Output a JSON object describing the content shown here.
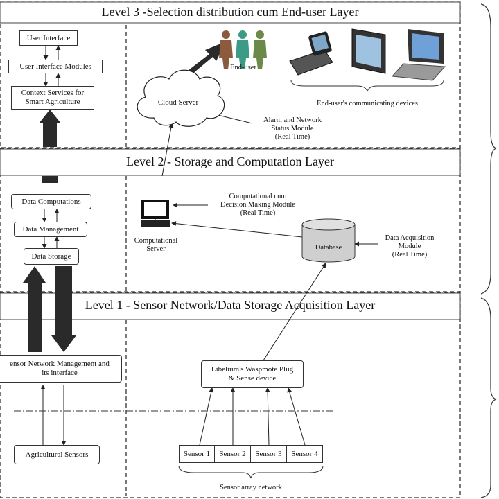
{
  "levels": {
    "level3": "Level 3 -Selection distribution cum End-user Layer",
    "level2": "Level 2 - Storage and Computation Layer",
    "level1": "Level 1 - Sensor Network/Data Storage Acquisition Layer"
  },
  "level3": {
    "user_interface": "User Interface",
    "ui_modules": "User Interface Modules",
    "context_line1": "Context Services for",
    "context_line2": "Smart Agriculture",
    "cloud_server": "Cloud Server",
    "end_user": "End-user",
    "devices": "End-user's communicating devices",
    "alarm_line1": "Alarm and Network",
    "alarm_line2": "Status Module",
    "alarm_line3": "(Real Time)"
  },
  "level2": {
    "data_computations": "Data Computations",
    "data_management": "Data Management",
    "data_storage": "Data Storage",
    "comp_module_line1": "Computational cum",
    "comp_module_line2": "Decision Making Module",
    "comp_module_line3": "(Real Time)",
    "comp_server_line1": "Computational",
    "comp_server_line2": "Server",
    "database": "Database",
    "acq_line1": "Data Acquisition",
    "acq_line2": "Module",
    "acq_line3": "(Real Time)"
  },
  "level1": {
    "snm_line1": "ensor Network Management and",
    "snm_line2": "its interface",
    "agri_sensors": "Agricultural Sensors",
    "waspmote_line1": "Libelium's Waspmote Plug",
    "waspmote_line2": "& Sense device",
    "sensors": [
      "Sensor 1",
      "Sensor 2",
      "Sensor 3",
      "Sensor 4"
    ],
    "sensor_array": "Sensor array network"
  }
}
